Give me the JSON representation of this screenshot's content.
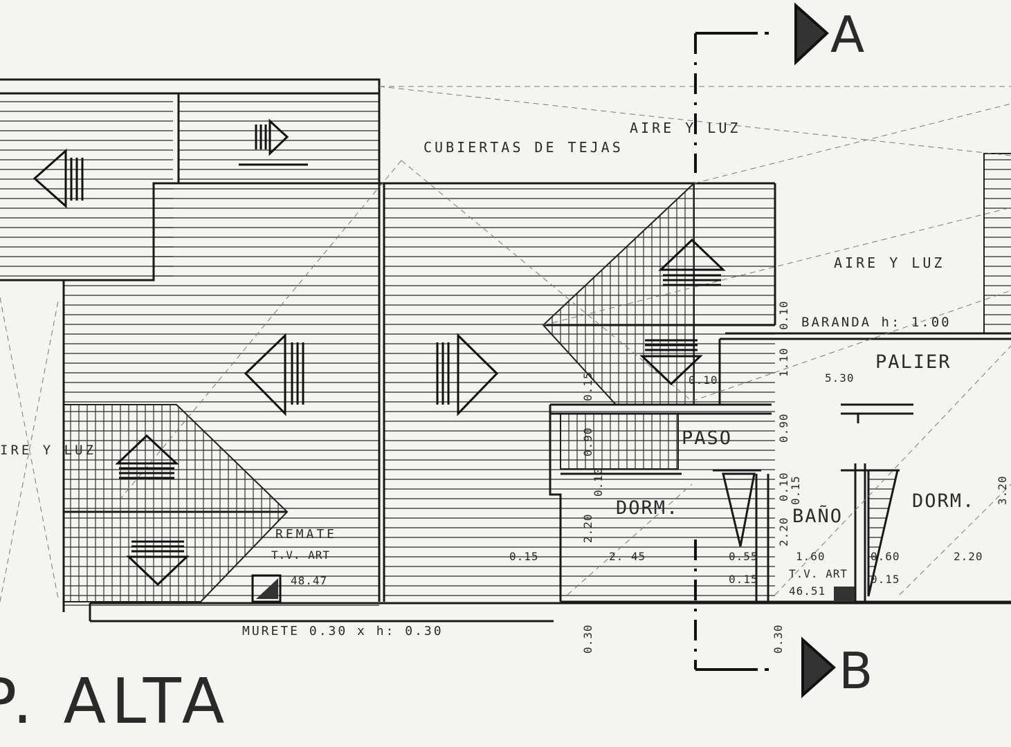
{
  "labels": {
    "cut_a": "A",
    "cut_b": "B",
    "aire_y_luz_top": "AIRE Y LUZ",
    "cubiertas": "CUBIERTAS DE TEJAS",
    "aire_y_luz_right": "AIRE Y LUZ",
    "baranda": "BARANDA h: 1.00",
    "palier": "PALIER",
    "paso": "PASO",
    "dorm_left": "DORM.",
    "bano": "BAÑO",
    "dorm_right": "DORM.",
    "aire_y_luz_left": "IRE Y LUZ",
    "remate": "REMATE",
    "tv_art_left": "T.V. ART",
    "tv_art_left_level": "48.47",
    "tv_art_right": "T.V. ART",
    "tv_art_right_level": "46.51",
    "murete": "MURETE 0.30 x h: 0.30",
    "title": "P. ALTA"
  },
  "dimensions": {
    "d_530": "5.30",
    "d_010_a": "0.10",
    "d_110": "1.10",
    "d_010_b": "0.10",
    "d_090": "0.90",
    "d_010_c": "0.10",
    "d_220_a": "2.20",
    "d_220_b": "2.20",
    "d_015_a": "0.15",
    "d_245": "2. 45",
    "d_055": "0.55",
    "d_015_b": "0.15",
    "d_160": "1.60",
    "d_060": "0.60",
    "d_015_c": "0.15",
    "d_220_c": "2.20",
    "d_320": "3.20",
    "d_015_d": "0.15",
    "d_090_b": "0.90",
    "d_015_e": "0.15",
    "d_030_a": "0.30",
    "d_030_b": "0.30",
    "d_010_e": "0.10"
  }
}
